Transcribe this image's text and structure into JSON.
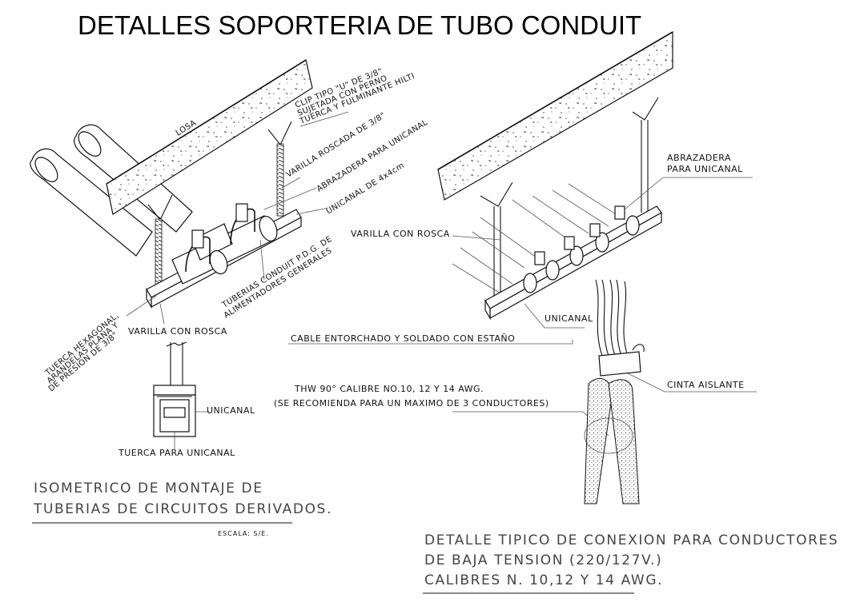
{
  "drawing_title": "DETALLES SOPORTERIA DE TUBO CONDUIT",
  "left_detail": {
    "labels": {
      "losa": "LOSA",
      "clip_line1": "CLIP TIPO \"U\" DE 3/8\"",
      "clip_line2": "SUJETADA CON PERNO",
      "clip_line3": "TUERCA Y FULMINANTE HILTI",
      "varilla_roscada": "VARILLA ROSCADA DE 3/8\"",
      "abrazadera": "ABRAZADERA PARA UNICANAL",
      "unicanal": "UNICANAL DE 4x4cm",
      "tuberias_line1": "TUBERIAS CONDUIT P.D.G. DE",
      "tuberias_line2": "ALIMENTADORES GENERALES",
      "tuerca_line1": "TUERCA HEXAGONAL,",
      "tuerca_line2": "ARANDELAS PLANA Y",
      "tuerca_line3": "DE PRESION DE 3/8\"",
      "varilla_con_rosca": "VARILLA CON ROSCA",
      "unicanal_section": "UNICANAL",
      "tuerca_unicanal": "TUERCA PARA UNICANAL"
    },
    "caption_line1": "ISOMETRICO DE MONTAJE DE",
    "caption_line2": "TUBERIAS DE CIRCUITOS DERIVADOS.",
    "scale": "ESCALA: S/E."
  },
  "right_detail": {
    "labels": {
      "abrazadera_line1": "ABRAZADERA",
      "abrazadera_line2": "PARA UNICANAL",
      "varilla_con_rosca": "VARILLA CON ROSCA",
      "unicanal": "UNICANAL",
      "cable": "CABLE ENTORCHADO Y SOLDADO CON ESTAÑO",
      "thw_line1": "THW 90° CALIBRE NO.10, 12 Y 14 AWG.",
      "thw_line2": "(SE RECOMIENDA PARA UN MAXIMO DE 3 CONDUCTORES)",
      "cinta": "CINTA AISLANTE"
    },
    "caption_line1": "DETALLE TIPICO DE CONEXION PARA CONDUCTORES",
    "caption_line2": "DE BAJA TENSION (220/127V.)",
    "caption_line3": "CALIBRES N. 10,12 Y 14 AWG."
  }
}
